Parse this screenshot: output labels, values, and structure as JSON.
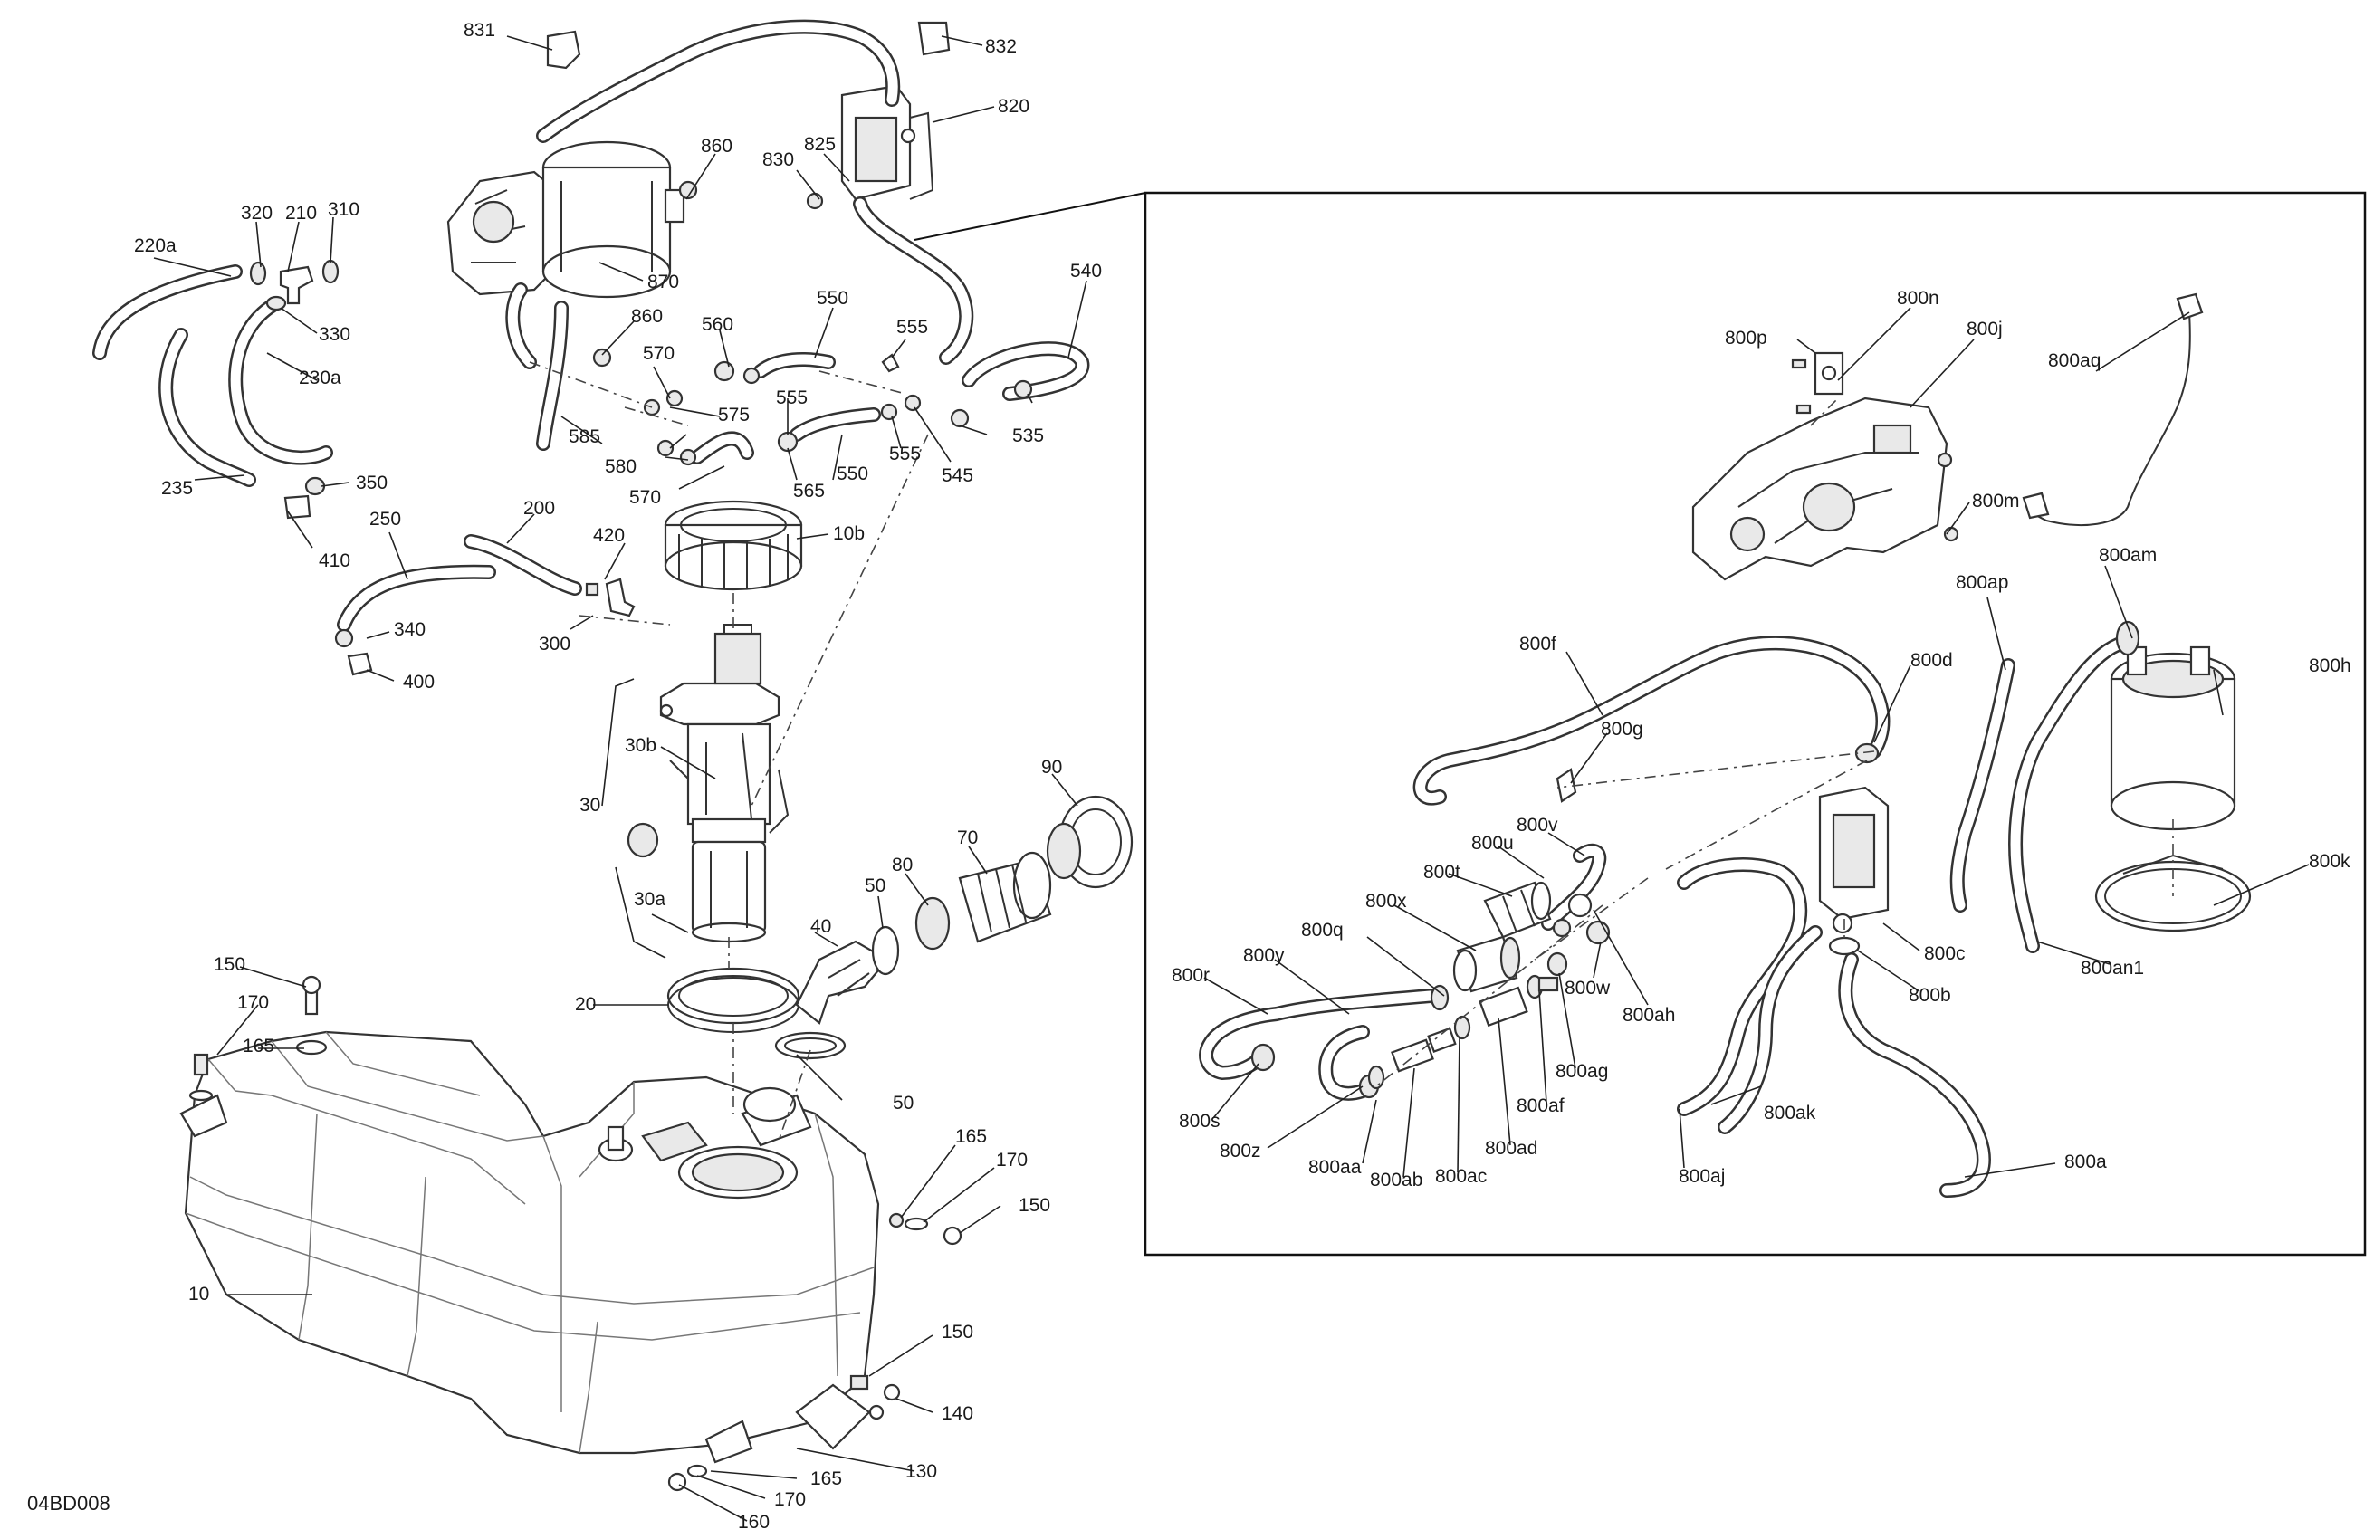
{
  "figure_code": "04BD008",
  "labels": {
    "831": "831",
    "832": "832",
    "820": "820",
    "825": "825",
    "830": "830",
    "860a": "860",
    "860b": "860",
    "870": "870",
    "320": "320",
    "210": "210",
    "310": "310",
    "220a": "220a",
    "330": "330",
    "230a": "230a",
    "235": "235",
    "350": "350",
    "410": "410",
    "560": "560",
    "550a": "550",
    "550b": "550",
    "555a": "555",
    "555b": "555",
    "555c": "555",
    "570a": "570",
    "570b": "570",
    "575": "575",
    "580": "580",
    "585": "585",
    "565": "565",
    "540": "540",
    "535": "535",
    "545": "545",
    "10b": "10b",
    "200": "200",
    "250": "250",
    "420": "420",
    "300": "300",
    "340": "340",
    "400": "400",
    "30b": "30b",
    "30": "30",
    "30a": "30a",
    "90": "90",
    "80": "80",
    "70": "70",
    "50a": "50",
    "40": "40",
    "20": "20",
    "50b": "50",
    "150a": "150",
    "170a": "170",
    "165a": "165",
    "10": "10",
    "165b": "165",
    "170b": "170",
    "150b": "150",
    "150c": "150",
    "140": "140",
    "130": "130",
    "165c": "165",
    "170c": "170",
    "160": "160",
    "800n": "800n",
    "800j": "800j",
    "800p": "800p",
    "800aq": "800aq",
    "800m": "800m",
    "800ap": "800ap",
    "800am": "800am",
    "800f": "800f",
    "800d": "800d",
    "800h": "800h",
    "800g": "800g",
    "800v": "800v",
    "800u": "800u",
    "800t": "800t",
    "800x": "800x",
    "800q": "800q",
    "800y": "800y",
    "800r": "800r",
    "800s": "800s",
    "800z": "800z",
    "800aa": "800aa",
    "800ab": "800ab",
    "800ac": "800ac",
    "800ad": "800ad",
    "800af": "800af",
    "800ag": "800ag",
    "800w": "800w",
    "800ah": "800ah",
    "800k": "800k",
    "800c": "800c",
    "800an1": "800an1",
    "800b": "800b",
    "800aj": "800aj",
    "800ak": "800ak",
    "800a": "800a"
  }
}
